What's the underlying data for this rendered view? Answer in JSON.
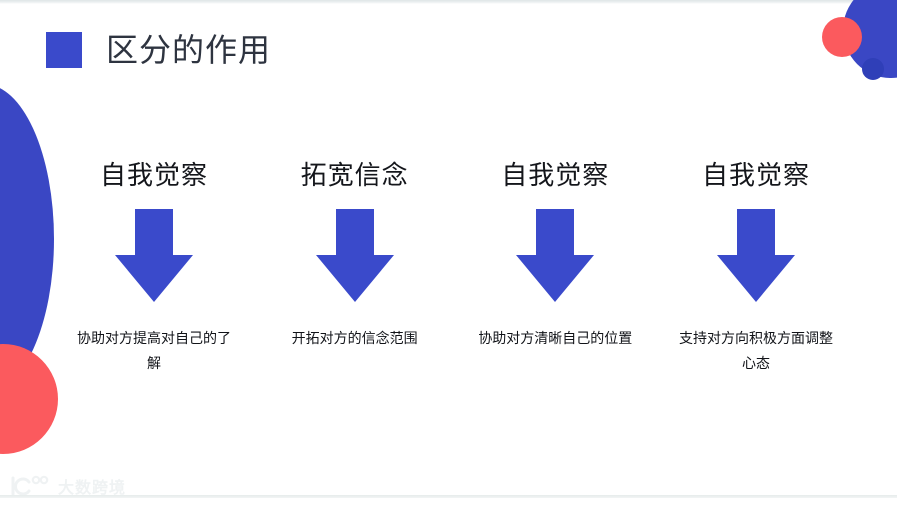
{
  "slide": {
    "title": "区分的作用",
    "title_bullet_color": "#3A4ACB",
    "background_color": "#FFFFFF",
    "accent_blue": "#3A4ACB",
    "accent_red": "#FB5A5E",
    "heading_text_color": "#14161B",
    "body_text_color": "#111318"
  },
  "columns": [
    {
      "heading": "自我觉察",
      "arrow": "down-arrow-icon",
      "body": "协助对方提高对自己的了解"
    },
    {
      "heading": "拓宽信念",
      "arrow": "down-arrow-icon",
      "body": "开拓对方的信念范围"
    },
    {
      "heading": "自我觉察",
      "arrow": "down-arrow-icon",
      "body": "协助对方清晰自己的位置"
    },
    {
      "heading": "自我觉察",
      "arrow": "down-arrow-icon",
      "body": "支持对方向积极方面调整心态"
    }
  ],
  "watermark": {
    "text": "大数跨境",
    "logo": "kc-circles-logo"
  }
}
